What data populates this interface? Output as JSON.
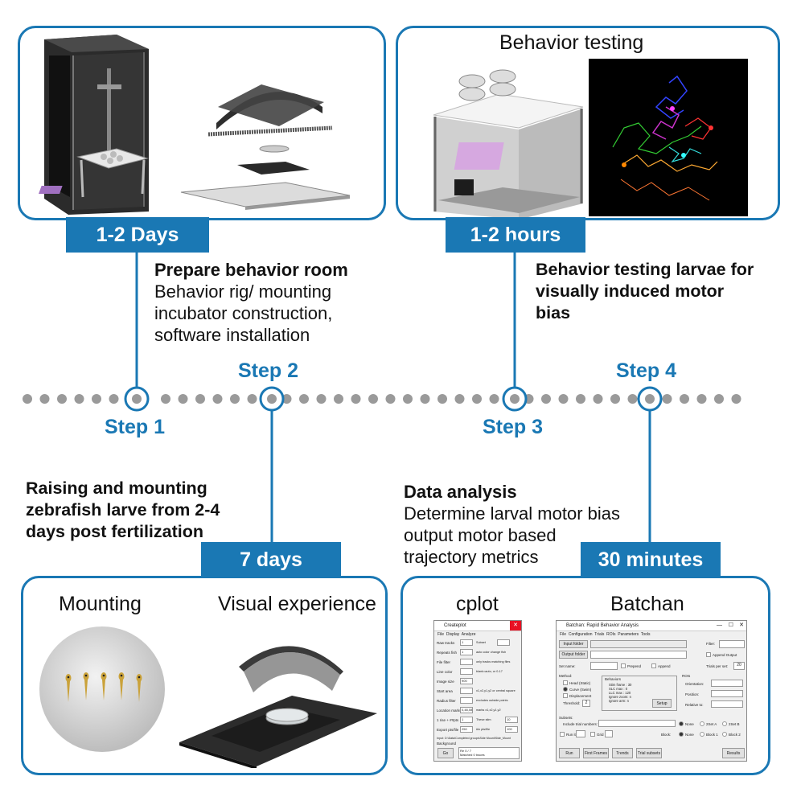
{
  "steps": {
    "step1": {
      "label": "Step 1",
      "duration": "1-2 Days",
      "heading": "Prepare behavior room",
      "lines": [
        "Behavior rig/ mounting",
        "incubator construction,",
        "software installation"
      ]
    },
    "step2": {
      "label": "Step 2",
      "duration": "7 days",
      "lines": [
        "Raising and mounting",
        "zebrafish larve from 2-4",
        "days post fertilization"
      ]
    },
    "step3": {
      "label": "Step 3",
      "duration": "1-2 hours",
      "lines": [
        "Behavior testing larvae for",
        "visually induced motor",
        "bias"
      ]
    },
    "step4": {
      "label": "Step 4",
      "duration": "30 minutes",
      "heading": "Data analysis",
      "lines": [
        "Determine larval motor bias",
        "output motor based",
        "trajectory metrics"
      ]
    }
  },
  "panels": {
    "behavior_testing": {
      "title": "Behavior testing"
    },
    "mounting": {
      "title": "Mounting"
    },
    "visual_experience": {
      "title": "Visual experience"
    },
    "cplot": {
      "title": "cplot",
      "window_title": "Createplot",
      "menu": [
        "File",
        "Display",
        "Analyze"
      ],
      "rows": [
        {
          "label": "Raw tracks",
          "value": "1",
          "note": "Subset"
        },
        {
          "label": "Repeats fish",
          "value": "1",
          "note": "auto color change fish"
        },
        {
          "label": "File filter",
          "value": "",
          "note": "only tracks matching files"
        },
        {
          "label": "Line color",
          "value": "",
          "note": "blank=auto, or 0-17"
        },
        {
          "label": "Image size",
          "value": "900",
          "note": ""
        },
        {
          "label": "Start area",
          "value": "",
          "note": "x1,x2,y1,y2 or central square"
        },
        {
          "label": "Radius filter",
          "value": "",
          "note": "excludes outside points"
        },
        {
          "label": "Location marks",
          "value": "0,48,08",
          "note": "marks x1,x2,y1,y2"
        },
        {
          "label": "1 rise + ##pts",
          "value": "1",
          "note": "These stim",
          "value2": "10"
        },
        {
          "label": "Export pts/file",
          "value": "250",
          "note": "#in pts/file",
          "value2": "100"
        }
      ],
      "input_label": "Input: D:\\Data\\Completed groups\\Side Mount\\Side_Mount",
      "background_label": "Background",
      "go_label": "Go",
      "status": [
        "Re 0 / 7",
        "Matched 0 traces"
      ]
    },
    "batchan": {
      "title": "Batchan",
      "window_title": "Batchan: Rapid Behavior Analysis",
      "menu": [
        "File",
        "Configuration",
        "Trials",
        "ROIs",
        "Parameters",
        "Tools"
      ],
      "input_folder": "Input folder",
      "output_folder": "Output folder",
      "set_name": "Set name:",
      "prepend": "Prepend",
      "append": "Append",
      "filter": "Filter:",
      "append_output": "Append Output",
      "trials_per_set": "Trials per set:",
      "trials_value": "20",
      "method": "Method:",
      "methods": [
        "Head (Static)",
        "Curve (Swim)",
        "Displacement"
      ],
      "threshold": "Threshold:",
      "threshold_value": "2",
      "behaviors": "Behaviors",
      "behavior_lines": [
        "Stim frame : 30",
        "SLC max : 0",
        "LLC max : 120",
        "Ignore zoom: n",
        "Ignore arm: n"
      ],
      "setup": "Setup",
      "rois": "ROIs",
      "roi_fields": [
        "Orientation:",
        "Position:",
        "Relative to:"
      ],
      "subsets": "Subsets:",
      "include_trial": "Include trial numbers:",
      "none": "None",
      "set_a": "2Set A",
      "set_b": "2Set B",
      "run_it": "Run it",
      "grid": "Grid",
      "block": "Block:",
      "block1": "Block 1",
      "block2": "Block 2",
      "buttons": [
        "Run",
        "First Frames",
        "Trends",
        "Trial subsets"
      ],
      "results": "Results"
    }
  },
  "colors": {
    "accent": "#1a78b4",
    "dot": "#9a9a9a"
  }
}
